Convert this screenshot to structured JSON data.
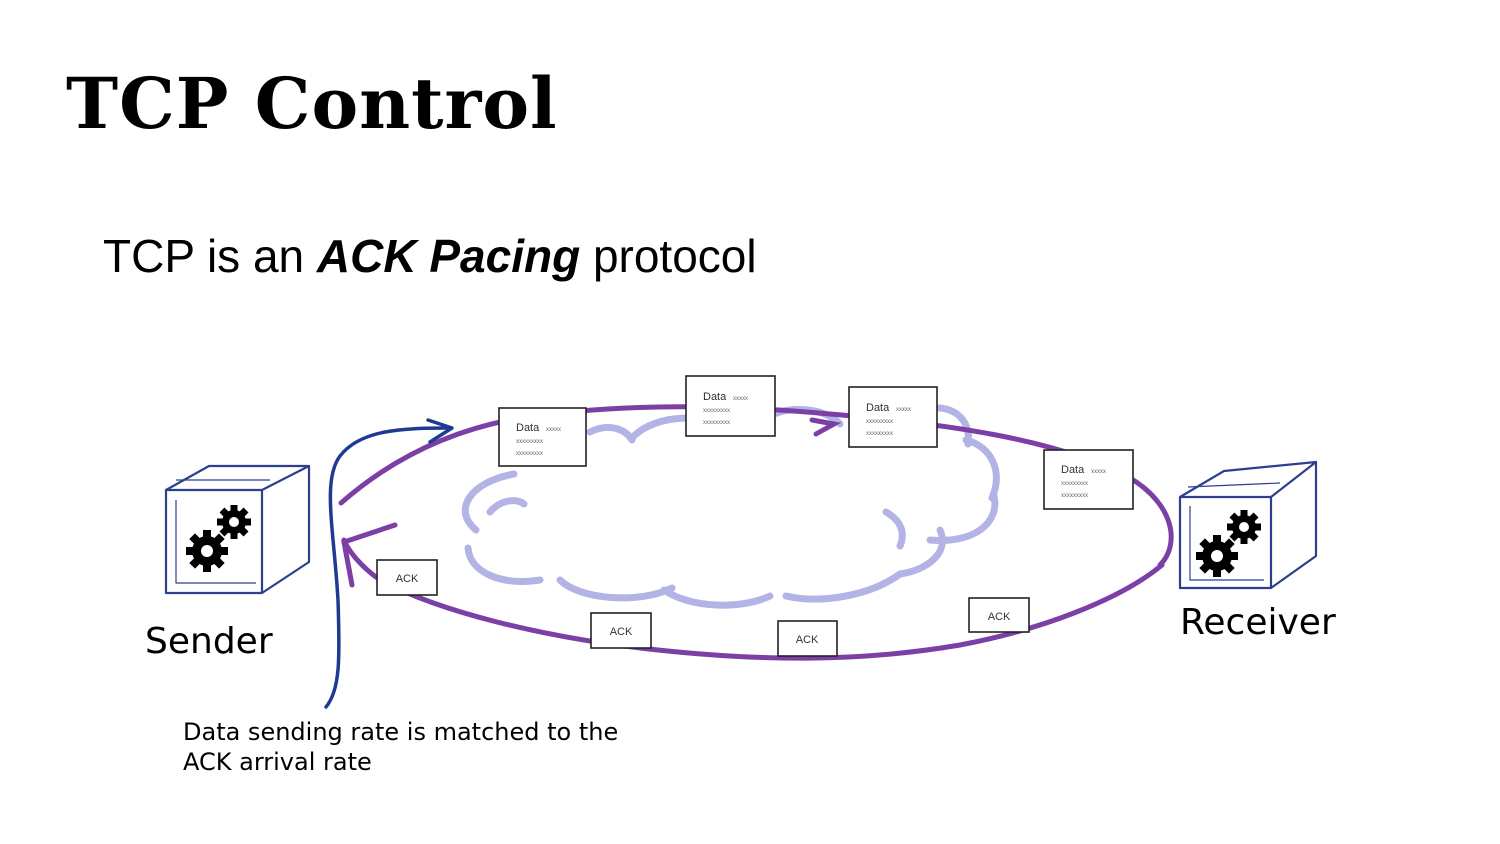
{
  "slide": {
    "title": "TCP Control",
    "subtitle_before": "TCP is an ",
    "subtitle_emphasis": "ACK Pacing",
    "subtitle_after": " protocol"
  },
  "diagram": {
    "sender_label": "Sender",
    "receiver_label": "Receiver",
    "data_packet": {
      "title": "Data",
      "filler_short": "xxxxx",
      "filler_line": "xxxxxxxxx"
    },
    "ack_label": "ACK",
    "annotation_line1": "Data sending rate is matched to the",
    "annotation_line2": "ACK arrival rate",
    "colors": {
      "loop": "#7b3fa6",
      "cloud": "#b3b3e6",
      "box_outline": "#2e3f8f",
      "annotation_arrow": "#1f3a93",
      "gear": "#000000"
    }
  }
}
